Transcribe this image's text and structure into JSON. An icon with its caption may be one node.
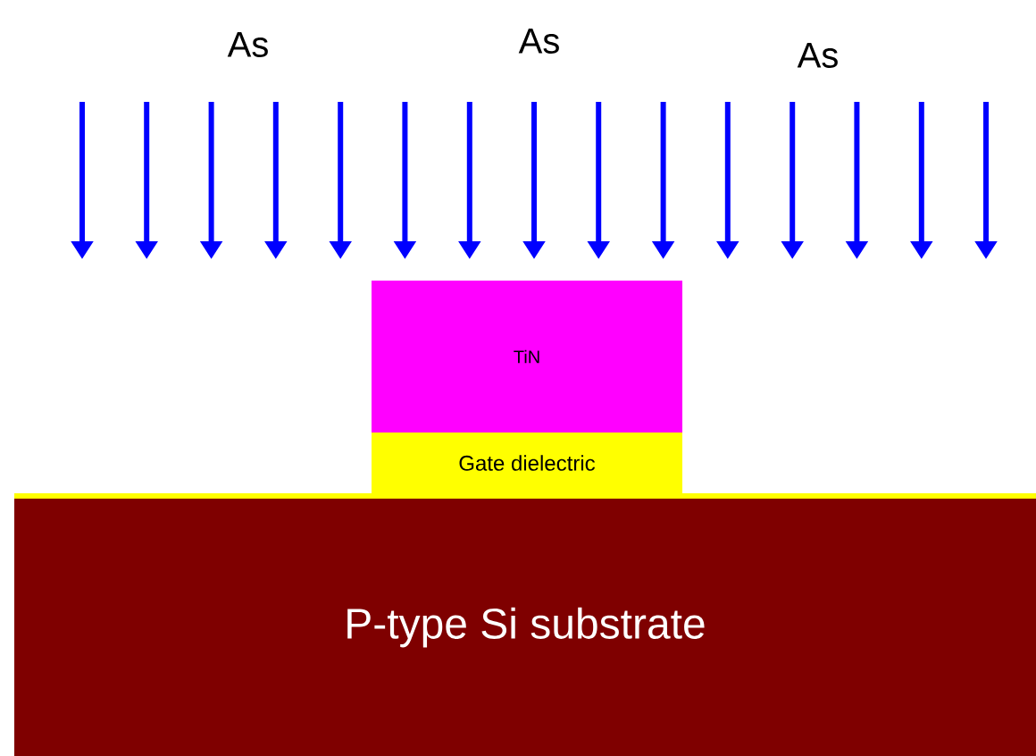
{
  "diagram": {
    "nodes": [
      {
        "text": [
          "TiN"
        ]
      },
      {
        "text": [
          "Gate dielectric"
        ]
      },
      {
        "text": [
          "P-type Si substrate"
        ]
      }
    ],
    "labels": [
      "As",
      "As",
      "As"
    ]
  }
}
